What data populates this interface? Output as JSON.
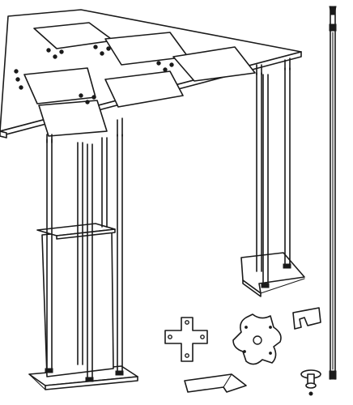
{
  "figure": {
    "subject": "",
    "ink_color": "#1a1a1a",
    "paper_color": "#ffffff"
  },
  "parts": {
    "grid_tray": {
      "rows": 2,
      "columns": 3,
      "cells": 6
    },
    "legs": {
      "count": 4
    },
    "loose_parts": [
      "cross-connector",
      "star-connector",
      "clip",
      "angle-bracket",
      "screw",
      "threaded-rod"
    ]
  }
}
